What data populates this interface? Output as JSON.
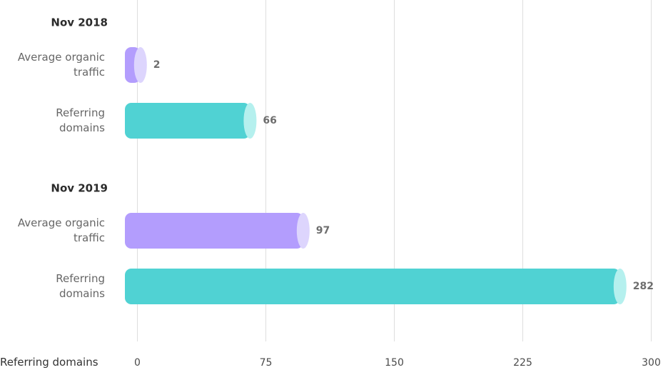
{
  "chart_data": {
    "type": "bar",
    "orientation": "horizontal",
    "xlabel": "Referring domains",
    "xlim": [
      0,
      300
    ],
    "xticks": [
      0,
      75,
      150,
      225,
      300
    ],
    "grid": true,
    "groups": [
      {
        "name": "Nov 2018",
        "bars": [
          {
            "label": [
              "Average organic",
              "traffic"
            ],
            "value": 2,
            "value_label": "2",
            "series": "organic"
          },
          {
            "label": [
              "Referring",
              "domains"
            ],
            "value": 66,
            "value_label": "66",
            "series": "domains"
          }
        ]
      },
      {
        "name": "Nov 2019",
        "bars": [
          {
            "label": [
              "Average organic",
              "traffic"
            ],
            "value": 97,
            "value_label": "97",
            "series": "organic"
          },
          {
            "label": [
              "Referring",
              "domains"
            ],
            "value": 282,
            "value_label": "282",
            "series": "domains"
          }
        ]
      }
    ],
    "colors": {
      "organic": {
        "body": "#b39dfd",
        "cap": "#ddd5fd"
      },
      "domains": {
        "body": "#50d2d3",
        "cap": "#b5f0ee"
      },
      "grid": "#dedede"
    }
  }
}
